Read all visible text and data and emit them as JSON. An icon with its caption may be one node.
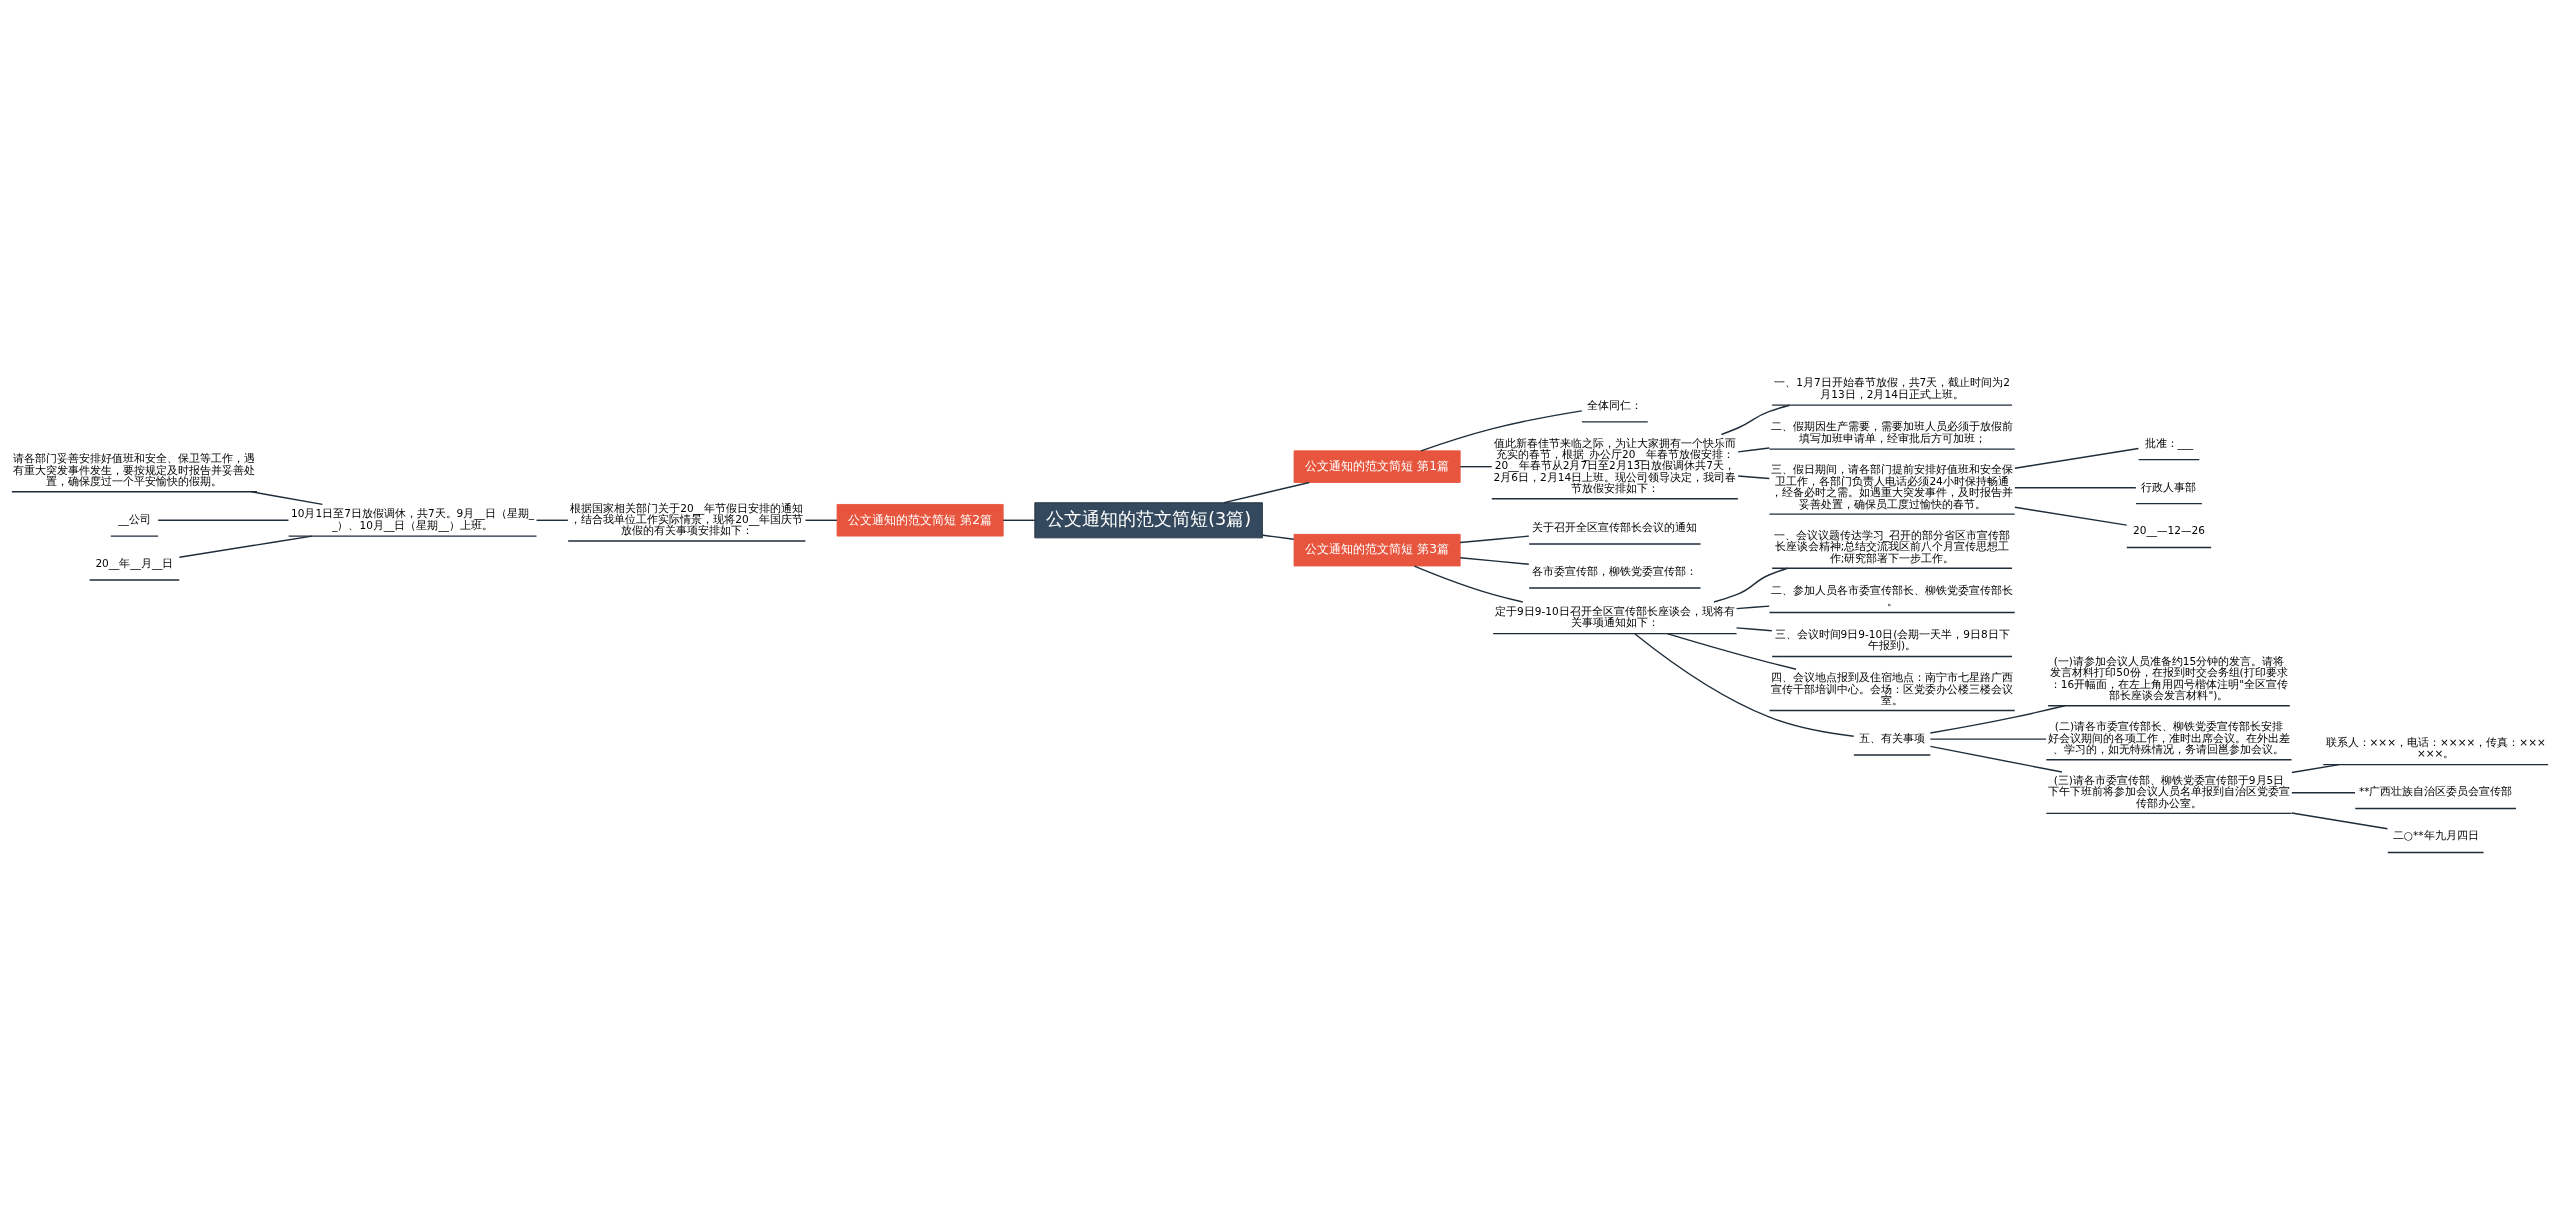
{
  "diagram": {
    "nodes": [
      {
        "text": [
          "公文通知的范文简短(3篇)"
        ]
      },
      {
        "text": [
          "公文通知的范文简短 第1篇"
        ]
      },
      {
        "text": [
          "全体同仁："
        ]
      },
      {
        "text": [
          "值此新春佳节来临之际，为让大家拥有一个快乐而充实的春节，根据_办公厅20__年春节放假安排：20__年春节从2月7日至2月13日放假调休共7天，2月6日，2月14日上班。现公司领导决定，我司春节放假安排如下："
        ]
      },
      {
        "text": [
          "一、1月7日开始春节放假，共7天，截止时间为2月13日，2月14日正式上班。"
        ]
      },
      {
        "text": [
          "二、假期因生产需要，需要加班人员必须于放假前填写加班申请单，经审批后方可加班；"
        ]
      },
      {
        "text": [
          "三、假日期间，请各部门提前安排好值班和安全保卫工作，各部门负责人电话必须24小时保持畅通，经备必时之需。如遇重大突发事件，及时报告并妥善处置，确保员工度过愉快的春节。"
        ]
      },
      {
        "text": [
          "批准：___"
        ]
      },
      {
        "text": [
          "行政人事部"
        ]
      },
      {
        "text": [
          "20__—12—26"
        ]
      },
      {
        "text": [
          "公文通知的范文简短 第2篇"
        ]
      },
      {
        "text": [
          "根据国家相关部门关于20__年节假日安排的通知，结合我单位工作实际情景，现将20__年国庆节放假的有关事项安排如下："
        ]
      },
      {
        "text": [
          "10月1日至7日放假调休，共7天。9月__日（星期__）、10月__日（星期__）上班。"
        ]
      },
      {
        "text": [
          "请各部门妥善安排好值班和安全、保卫等工作，遇有重大突发事件发生，要按规定及时报告并妥善处置，确保度过一个平安愉快的假期。"
        ]
      },
      {
        "text": [
          "__公司"
        ]
      },
      {
        "text": [
          "20__年__月__日"
        ]
      },
      {
        "text": [
          "公文通知的范文简短 第3篇"
        ]
      },
      {
        "text": [
          "关于召开全区宣传部长会议的通知"
        ]
      },
      {
        "text": [
          "各市委宣传部，柳铁党委宣传部："
        ]
      },
      {
        "text": [
          "定于9日9-10日召开全区宣传部长座谈会，现将有关事项通知如下："
        ]
      },
      {
        "text": [
          "一、会议议题传达学习_召开的部分省区市宣传部长座谈会精神;总结交流我区前八个月宣传思想工作;研究部署下一步工作。"
        ]
      },
      {
        "text": [
          "二、参加人员各市委宣传部长、柳铁党委宣传部长。"
        ]
      },
      {
        "text": [
          "三、会议时间9日9-10日(会期一天半，9日8日下午报到)。"
        ]
      },
      {
        "text": [
          "四、会议地点报到及住宿地点：南宁市七星路广西宣传干部培训中心。会场：区党委办公楼三楼会议室。"
        ]
      },
      {
        "text": [
          "五、有关事项"
        ]
      },
      {
        "text": [
          "(一)请参加会议人员准备约15分钟的发言。请将发言材料打印50份，在报到时交会务组(打印要求：16开幅面，在左上角用四号楷体注明\"全区宣传部长座谈会发言材料\")。"
        ]
      },
      {
        "text": [
          "(二)请各市委宣传部长、柳铁党委宣传部长安排好会议期间的各项工作，准时出席会议。在外出差、学习的，如无特殊情况，务请回邕参加会议。"
        ]
      },
      {
        "text": [
          "(三)请各市委宣传部、柳铁党委宣传部于9月5日下午下班前将参加会议人员名单报到自治区党委宣传部办公室。"
        ]
      },
      {
        "text": [
          "联系人：×××，电话：××××，传真：××××××。"
        ]
      },
      {
        "text": [
          "**广西壮族自治区委员会宣传部"
        ]
      },
      {
        "text": [
          "二○**年九月四日"
        ]
      }
    ],
    "edges": [
      {
        "from": 0,
        "to": 1,
        "arrow": "none"
      },
      {
        "from": 1,
        "to": 2,
        "arrow": "none"
      },
      {
        "from": 1,
        "to": 3,
        "arrow": "none"
      },
      {
        "from": 3,
        "to": 4,
        "arrow": "none"
      },
      {
        "from": 3,
        "to": 5,
        "arrow": "none"
      },
      {
        "from": 3,
        "to": 6,
        "arrow": "none"
      },
      {
        "from": 6,
        "to": 7,
        "arrow": "none"
      },
      {
        "from": 6,
        "to": 8,
        "arrow": "none"
      },
      {
        "from": 6,
        "to": 9,
        "arrow": "none"
      },
      {
        "from": 0,
        "to": 10,
        "arrow": "none"
      },
      {
        "from": 10,
        "to": 11,
        "arrow": "none"
      },
      {
        "from": 11,
        "to": 12,
        "arrow": "none"
      },
      {
        "from": 12,
        "to": 13,
        "arrow": "none"
      },
      {
        "from": 12,
        "to": 14,
        "arrow": "none"
      },
      {
        "from": 12,
        "to": 15,
        "arrow": "none"
      },
      {
        "from": 0,
        "to": 16,
        "arrow": "none"
      },
      {
        "from": 16,
        "to": 17,
        "arrow": "none"
      },
      {
        "from": 16,
        "to": 18,
        "arrow": "none"
      },
      {
        "from": 16,
        "to": 19,
        "arrow": "none"
      },
      {
        "from": 19,
        "to": 20,
        "arrow": "none"
      },
      {
        "from": 19,
        "to": 21,
        "arrow": "none"
      },
      {
        "from": 19,
        "to": 22,
        "arrow": "none"
      },
      {
        "from": 19,
        "to": 23,
        "arrow": "none"
      },
      {
        "from": 19,
        "to": 24,
        "arrow": "none"
      },
      {
        "from": 24,
        "to": 25,
        "arrow": "none"
      },
      {
        "from": 24,
        "to": 26,
        "arrow": "none"
      },
      {
        "from": 24,
        "to": 27,
        "arrow": "none"
      },
      {
        "from": 27,
        "to": 28,
        "arrow": "none"
      },
      {
        "from": 27,
        "to": 29,
        "arrow": "none"
      },
      {
        "from": 27,
        "to": 30,
        "arrow": "none"
      }
    ]
  }
}
